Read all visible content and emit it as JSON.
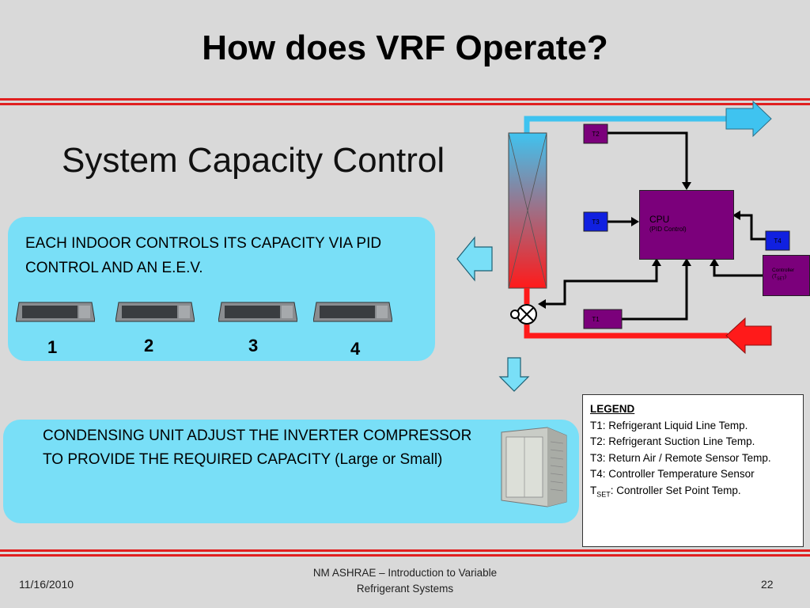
{
  "title": "How does VRF Operate?",
  "subtitle": "System Capacity Control",
  "indoor_panel": {
    "text": "EACH INDOOR CONTROLS ITS CAPACITY VIA PID CONTROL AND AN E.E.V.",
    "units": [
      "1",
      "2",
      "3",
      "4"
    ]
  },
  "condensing_panel": {
    "text": "CONDENSING UNIT ADJUST THE INVERTER COMPRESSOR TO PROVIDE THE REQUIRED CAPACITY (Large or Small)"
  },
  "diagram": {
    "sensor_t1": "T1",
    "sensor_t2": "T2",
    "sensor_t3": "T3",
    "sensor_t4": "T4",
    "cpu_label": "CPU",
    "cpu_sub": "(PID Control)",
    "controller_label": "Controller",
    "controller_sub": "(T",
    "controller_sub_sub": "SET",
    "controller_sub_end": ")",
    "colors": {
      "suction": "#3fc3f0",
      "liquid": "#ff1a1a",
      "cpu": "#7b007b",
      "sensor_t2": "#7b007b",
      "sensor_t3": "#1020e0",
      "sensor_t4": "#1020e0",
      "sensor_t1": "#7b007b"
    }
  },
  "legend": {
    "heading": "LEGEND",
    "t1": "T1: Refrigerant Liquid Line Temp.",
    "t2": "T2: Refrigerant Suction Line Temp.",
    "t3": "T3: Return Air / Remote Sensor Temp.",
    "t4": "T4: Controller Temperature Sensor",
    "tset_main": "T",
    "tset_sub": "SET",
    "tset_rest": ": Controller Set Point Temp."
  },
  "footer": {
    "date": "11/16/2010",
    "center_line1": "NM ASHRAE – Introduction to Variable",
    "center_line2": "Refrigerant Systems",
    "page": "22"
  }
}
